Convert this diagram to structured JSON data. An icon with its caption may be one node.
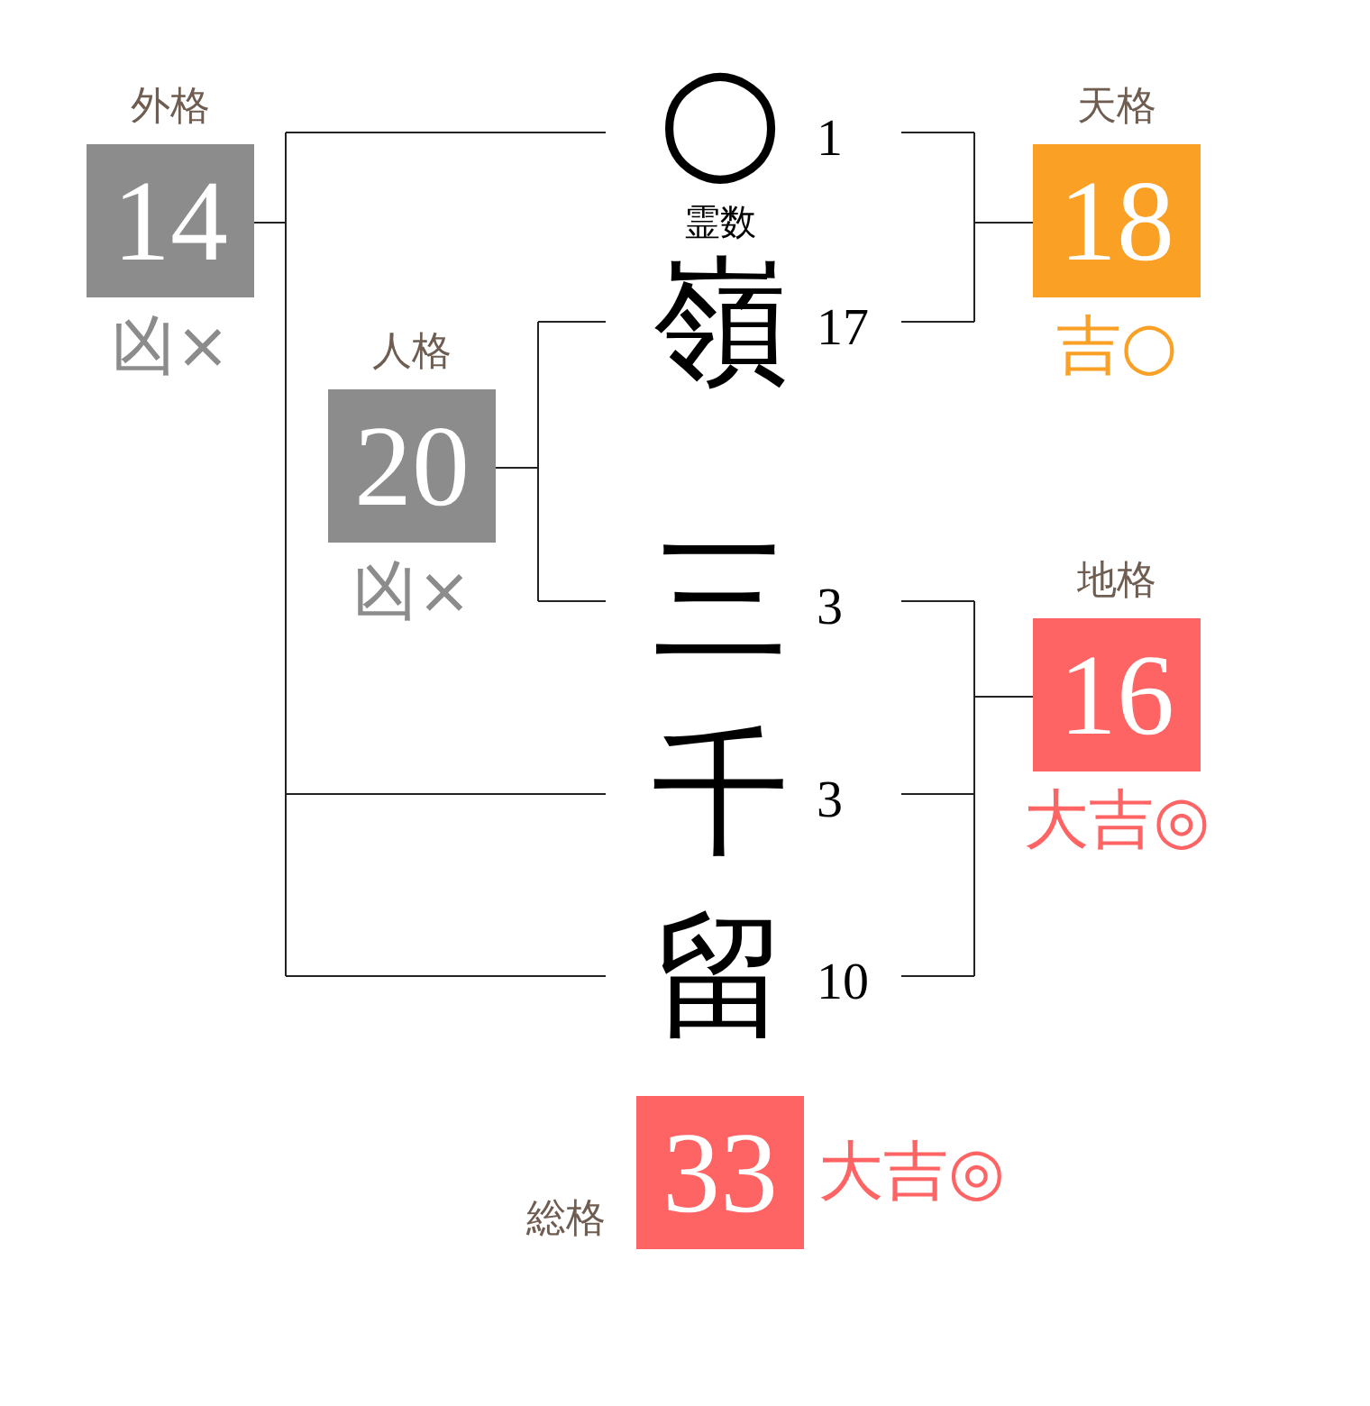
{
  "diagram": {
    "nodes": [
      {
        "text": [
          "外格",
          "14"
        ],
        "beside": [
          "凶×"
        ]
      },
      {
        "text": [
          "○",
          "霊数"
        ],
        "beside": [
          "1"
        ]
      },
      {
        "text": [
          "天格",
          "18"
        ],
        "beside": [
          "吉○"
        ]
      },
      {
        "text": [
          "嶺"
        ],
        "beside": [
          "17"
        ]
      },
      {
        "text": [
          "人格",
          "20"
        ],
        "beside": [
          "凶×"
        ]
      },
      {
        "text": [
          "三"
        ],
        "beside": [
          "3"
        ]
      },
      {
        "text": [
          "地格",
          "16"
        ],
        "beside": [
          "大吉◎"
        ]
      },
      {
        "text": [
          "千"
        ],
        "beside": [
          "3"
        ]
      },
      {
        "text": [
          "留"
        ],
        "beside": [
          "10"
        ]
      },
      {
        "text": [
          "総格",
          "33"
        ],
        "beside": [
          "大吉◎"
        ]
      }
    ],
    "edges": [
      {
        "from": 1,
        "to": 0,
        "arrow": "none"
      },
      {
        "from": 7,
        "to": 0,
        "arrow": "none"
      },
      {
        "from": 8,
        "to": 0,
        "arrow": "none"
      },
      {
        "from": 1,
        "to": 2,
        "arrow": "none"
      },
      {
        "from": 3,
        "to": 2,
        "arrow": "none"
      },
      {
        "from": 3,
        "to": 4,
        "arrow": "none"
      },
      {
        "from": 5,
        "to": 4,
        "arrow": "none"
      },
      {
        "from": 5,
        "to": 6,
        "arrow": "none"
      },
      {
        "from": 7,
        "to": 6,
        "arrow": "none"
      },
      {
        "from": 8,
        "to": 6,
        "arrow": "none"
      }
    ]
  }
}
